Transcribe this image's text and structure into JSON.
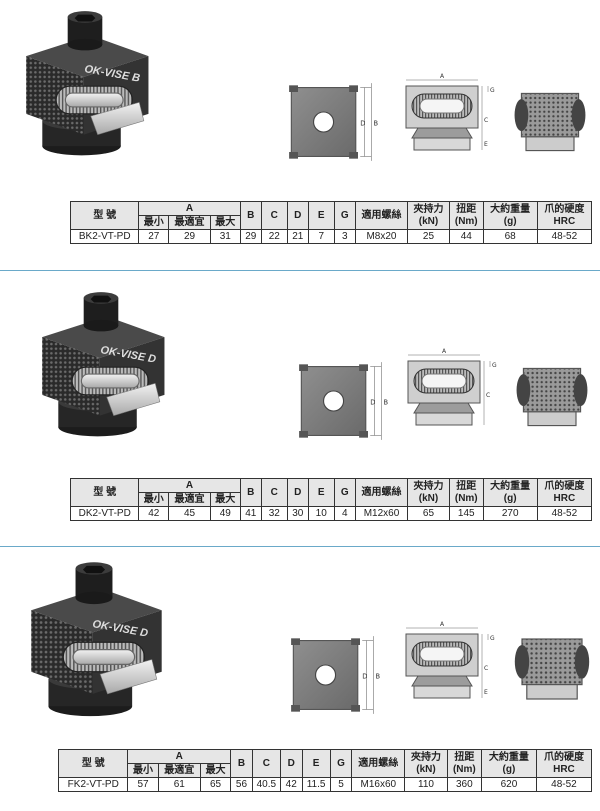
{
  "header_labels": {
    "model": "型 號",
    "a": "A",
    "a_min": "最小",
    "a_best": "最適宜",
    "a_max": "最大",
    "b": "B",
    "c": "C",
    "d": "D",
    "e": "E",
    "g": "G",
    "screw": "適用螺絲",
    "force_1": "夾持力",
    "force_2": "(kN)",
    "torque_1": "扭距",
    "torque_2": "(Nm)",
    "weight_1": "大約重量",
    "weight_2": "(g)",
    "hardness_1": "爪的硬度",
    "hardness_2": "HRC"
  },
  "diagram_labels": {
    "a": "A",
    "b": "B",
    "c": "C",
    "d": "D",
    "e": "E",
    "g": "G"
  },
  "products": [
    {
      "engraving": "OK-VISE B",
      "row": {
        "model": "BK2-VT-PD",
        "a_min": "27",
        "a_best": "29",
        "a_max": "31",
        "b": "29",
        "c": "22",
        "d": "21",
        "e": "7",
        "g": "3",
        "screw": "M8x20",
        "force": "25",
        "torque": "44",
        "weight": "68",
        "hardness": "48-52"
      }
    },
    {
      "engraving": "OK-VISE D",
      "row": {
        "model": "DK2-VT-PD",
        "a_min": "42",
        "a_best": "45",
        "a_max": "49",
        "b": "41",
        "c": "32",
        "d": "30",
        "e": "10",
        "g": "4",
        "screw": "M12x60",
        "force": "65",
        "torque": "145",
        "weight": "270",
        "hardness": "48-52"
      }
    },
    {
      "engraving": "OK-VISE D",
      "row": {
        "model": "FK2-VT-PD",
        "a_min": "57",
        "a_best": "61",
        "a_max": "65",
        "b": "56",
        "c": "40.5",
        "d": "42",
        "e": "11.5",
        "g": "5",
        "screw": "M16x60",
        "force": "110",
        "torque": "360",
        "weight": "620",
        "hardness": "48-52"
      }
    }
  ]
}
